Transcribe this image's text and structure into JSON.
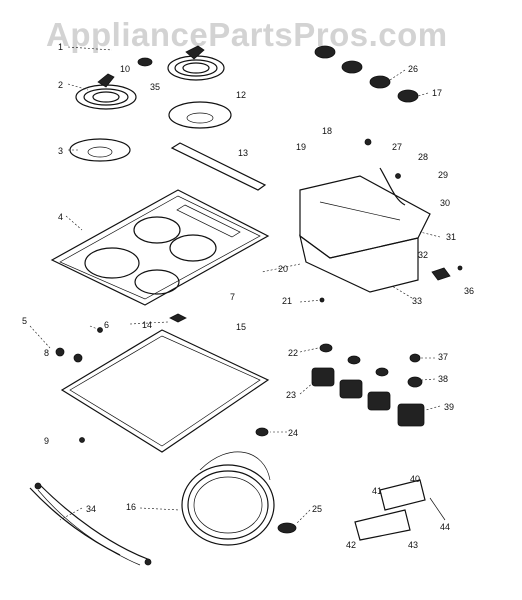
{
  "watermark": "AppliancePartsPros.com",
  "callouts": [
    "1",
    "2",
    "3",
    "4",
    "5",
    "6",
    "7",
    "8",
    "9",
    "10",
    "12",
    "13",
    "14",
    "15",
    "16",
    "17",
    "18",
    "19",
    "20",
    "21",
    "22",
    "23",
    "24",
    "25",
    "26",
    "27",
    "28",
    "29",
    "30",
    "31",
    "32",
    "33",
    "34",
    "35",
    "36",
    "37",
    "38",
    "39",
    "40",
    "41",
    "42",
    "43",
    "44"
  ]
}
